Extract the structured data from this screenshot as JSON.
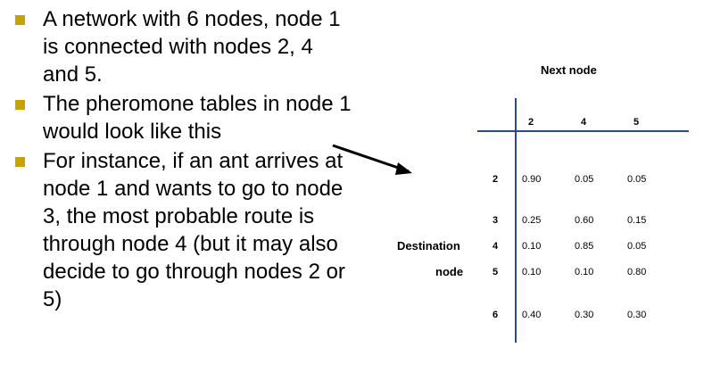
{
  "bullets": [
    "A network with 6 nodes, node 1 is connected with nodes 2, 4 and 5.",
    "The pheromone tables in node 1 would look like this",
    "For instance, if an ant arrives at node 1 and wants to go to node 3, the most probable route is through node 4 (but it may also decide to go through nodes 2 or 5)"
  ],
  "table": {
    "column_header": "Next node",
    "row_header_line1": "Destination",
    "row_header_line2": "node",
    "columns": [
      "2",
      "4",
      "5"
    ],
    "rows": [
      {
        "dest": "2",
        "values": [
          "0.90",
          "0.05",
          "0.05"
        ]
      },
      {
        "dest": "3",
        "values": [
          "0.25",
          "0.60",
          "0.15"
        ]
      },
      {
        "dest": "4",
        "values": [
          "0.10",
          "0.85",
          "0.05"
        ]
      },
      {
        "dest": "5",
        "values": [
          "0.10",
          "0.10",
          "0.80"
        ]
      },
      {
        "dest": "6",
        "values": [
          "0.40",
          "0.30",
          "0.30"
        ]
      }
    ]
  },
  "colors": {
    "bullet_marker": "#c8a200",
    "table_lines": "#2a4a8a"
  }
}
